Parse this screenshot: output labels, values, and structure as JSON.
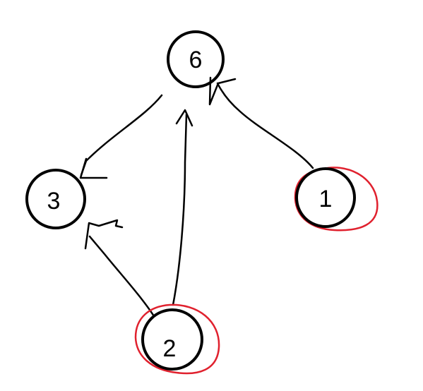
{
  "colors": {
    "ink": "#000000",
    "highlight": "#e0212e",
    "background": "#ffffff"
  },
  "nodes": [
    {
      "id": "6",
      "label": "6",
      "highlighted": false
    },
    {
      "id": "3",
      "label": "3",
      "highlighted": false
    },
    {
      "id": "1",
      "label": "1",
      "highlighted": true
    },
    {
      "id": "2",
      "label": "2",
      "highlighted": true
    }
  ],
  "edges": [
    {
      "from": "6",
      "to": "3"
    },
    {
      "from": "1",
      "to": "6"
    },
    {
      "from": "2",
      "to": "6"
    },
    {
      "from": "2",
      "to": "3"
    }
  ]
}
